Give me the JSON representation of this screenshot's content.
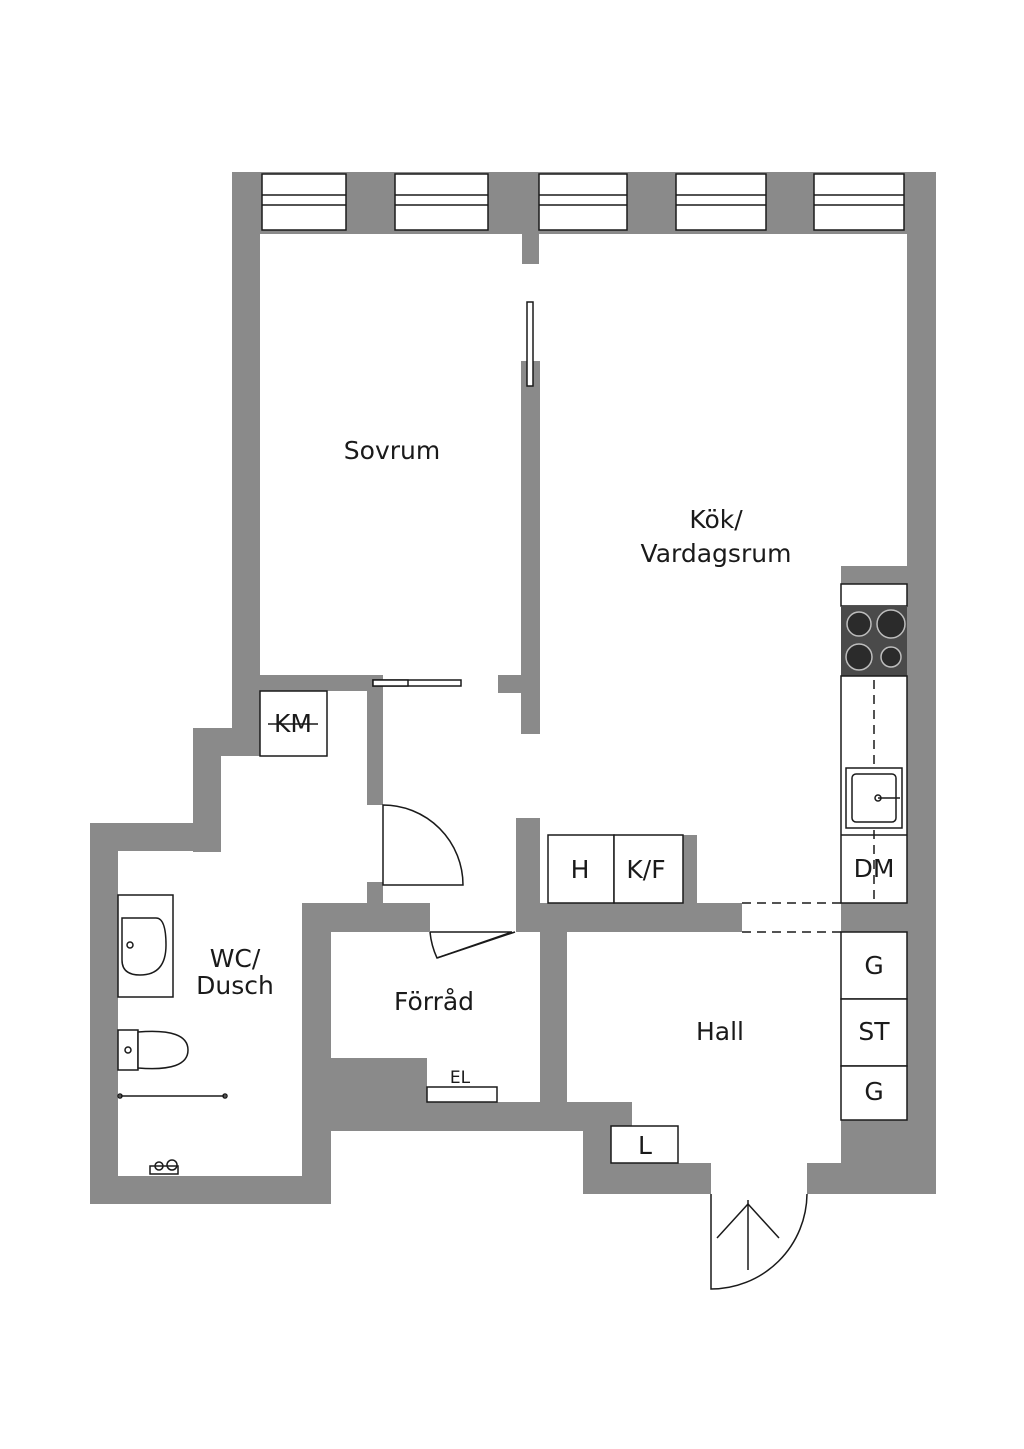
{
  "rooms": {
    "sovrum": "Sovrum",
    "kok_line1": "Kök/",
    "kok_line2": "Vardagsrum",
    "wc_line1": "WC/",
    "wc_line2": "Dusch",
    "forrad": "Förråd",
    "hall": "Hall"
  },
  "fixtures": {
    "km": "KM",
    "h": "H",
    "kf": "K/F",
    "dm": "DM",
    "g_top": "G",
    "st": "ST",
    "g_bottom": "G",
    "el": "EL",
    "l": "L"
  },
  "colors": {
    "wall": "#8a8a8a",
    "line": "#1a1a1a",
    "background": "#ffffff"
  }
}
